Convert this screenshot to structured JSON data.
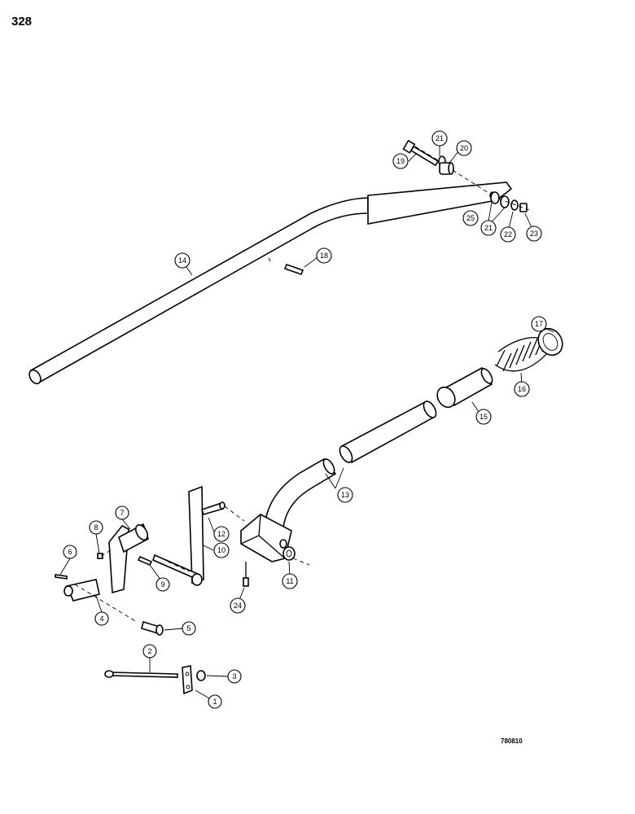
{
  "page": {
    "number": "328",
    "drawing_code": "780810"
  },
  "callouts": [
    {
      "id": "c1",
      "label": "1"
    },
    {
      "id": "c2",
      "label": "2"
    },
    {
      "id": "c3",
      "label": "3"
    },
    {
      "id": "c4",
      "label": "4"
    },
    {
      "id": "c5",
      "label": "5"
    },
    {
      "id": "c6",
      "label": "6"
    },
    {
      "id": "c7",
      "label": "7"
    },
    {
      "id": "c8",
      "label": "8"
    },
    {
      "id": "c9",
      "label": "9"
    },
    {
      "id": "c10",
      "label": "10"
    },
    {
      "id": "c11",
      "label": "11"
    },
    {
      "id": "c12",
      "label": "12"
    },
    {
      "id": "c13",
      "label": "13"
    },
    {
      "id": "c14",
      "label": "14"
    },
    {
      "id": "c15",
      "label": "15"
    },
    {
      "id": "c16",
      "label": "16"
    },
    {
      "id": "c17",
      "label": "17"
    },
    {
      "id": "c18",
      "label": "18"
    },
    {
      "id": "c19",
      "label": "19"
    },
    {
      "id": "c20",
      "label": "20"
    },
    {
      "id": "c21a",
      "label": "21"
    },
    {
      "id": "c21b",
      "label": "21"
    },
    {
      "id": "c22",
      "label": "22"
    },
    {
      "id": "c23",
      "label": "23"
    },
    {
      "id": "c24",
      "label": "24"
    },
    {
      "id": "c25",
      "label": "25"
    }
  ]
}
